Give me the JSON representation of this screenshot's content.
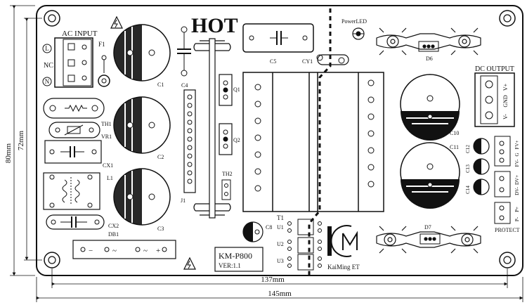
{
  "board": {
    "hot_label": "HOT",
    "model": "KM-P800",
    "version": "VER:1.1",
    "brand": "KaiMing ET",
    "brand_logo": "ICM-logo"
  },
  "dimensions": {
    "height_outer": "80mm",
    "height_inner": "72mm",
    "width_inner": "137mm",
    "width_outer": "145mm"
  },
  "sections": {
    "ac_input": "AC INPUT",
    "dc_output": "DC OUTPUT",
    "protect": "PROTECT",
    "power_led": "PowerLED"
  },
  "ac_terminals": [
    "L",
    "NC",
    "N"
  ],
  "dc_terminals": [
    "V+",
    "GND",
    "V-"
  ],
  "components": {
    "F1": "F1",
    "C1": "C1",
    "C2": "C2",
    "C3": "C3",
    "C4": "C4",
    "C5": "C5",
    "CY1": "CY1",
    "C8": "C8",
    "C10": "C10",
    "C11": "C11",
    "C12": "C12",
    "C13": "C13",
    "C14": "C14",
    "TH1": "TH1",
    "VR1": "VR1",
    "CX1": "CX1",
    "L1": "L1",
    "CX2": "CX2",
    "DB1": "DB1",
    "J1": "J1",
    "Q1": "Q1",
    "Q2": "Q2",
    "TH2": "TH2",
    "T1": "T1",
    "U1": "U1",
    "U2": "U2",
    "U3": "U3",
    "D6": "D6",
    "D7": "D7"
  },
  "bridge_symbols": [
    "−",
    "~",
    "~",
    "+"
  ],
  "side_pins": {
    "c12": "FV+",
    "c12_g": "G",
    "c13": "FV-",
    "c13_b": "DV+",
    "c14": "DV-",
    "p_plus": "P+",
    "p_minus": "P-"
  },
  "colors": {
    "ink": "#111111",
    "paper": "#ffffff"
  }
}
